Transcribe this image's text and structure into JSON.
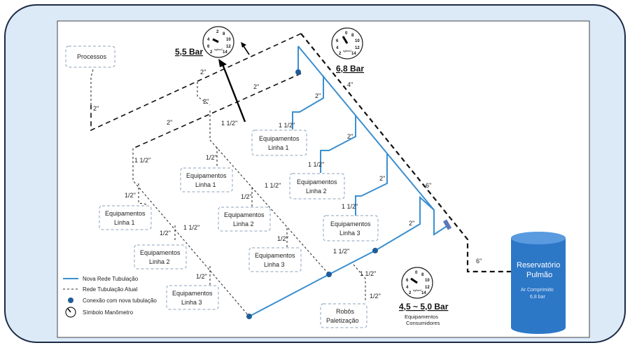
{
  "pressures": {
    "processes_line": "5,5 Bar",
    "main_line": "6,8 Bar",
    "consumers": "4,5 ~ 5,0 Bar",
    "consumers_caption_1": "Equipamentos",
    "consumers_caption_2": "Consumidores"
  },
  "gauge": {
    "numbers": [
      "0",
      "2",
      "4",
      "6",
      "8",
      "10",
      "12",
      "14"
    ],
    "unit_1": "kgf/cm2",
    "unit_2": "bar"
  },
  "labels": {
    "processos": "Processos",
    "robos_1": "Robôs",
    "robos_2": "Paletização",
    "equip_word": "Equipamentos",
    "linha_1": "Linha 1",
    "linha_2": "Linha 2",
    "linha_3": "Linha 3"
  },
  "pipe_sizes": {
    "two": "2\"",
    "two_alt": "2''",
    "four": "4''",
    "six": "6''",
    "one_half": "1 1/2''",
    "half": "1/2''"
  },
  "reservoir": {
    "title_1": "Reservatório",
    "title_2": "Pulmão",
    "sub_1": "Ar Comprimido",
    "sub_2": "6,8 bar"
  },
  "legend": {
    "new_pipe": "Nova Rede Tubulação",
    "old_pipe": "Rede Tubulação Atual",
    "connection": "Conexão com nova tubulação",
    "gauge_symbol": "Símbolo Manômetro"
  },
  "colors": {
    "new_pipe": "#3b8fd0",
    "connection_node": "#1f5d97",
    "reservoir": "#2d77c7",
    "frame_bg": "#dce9f7"
  }
}
